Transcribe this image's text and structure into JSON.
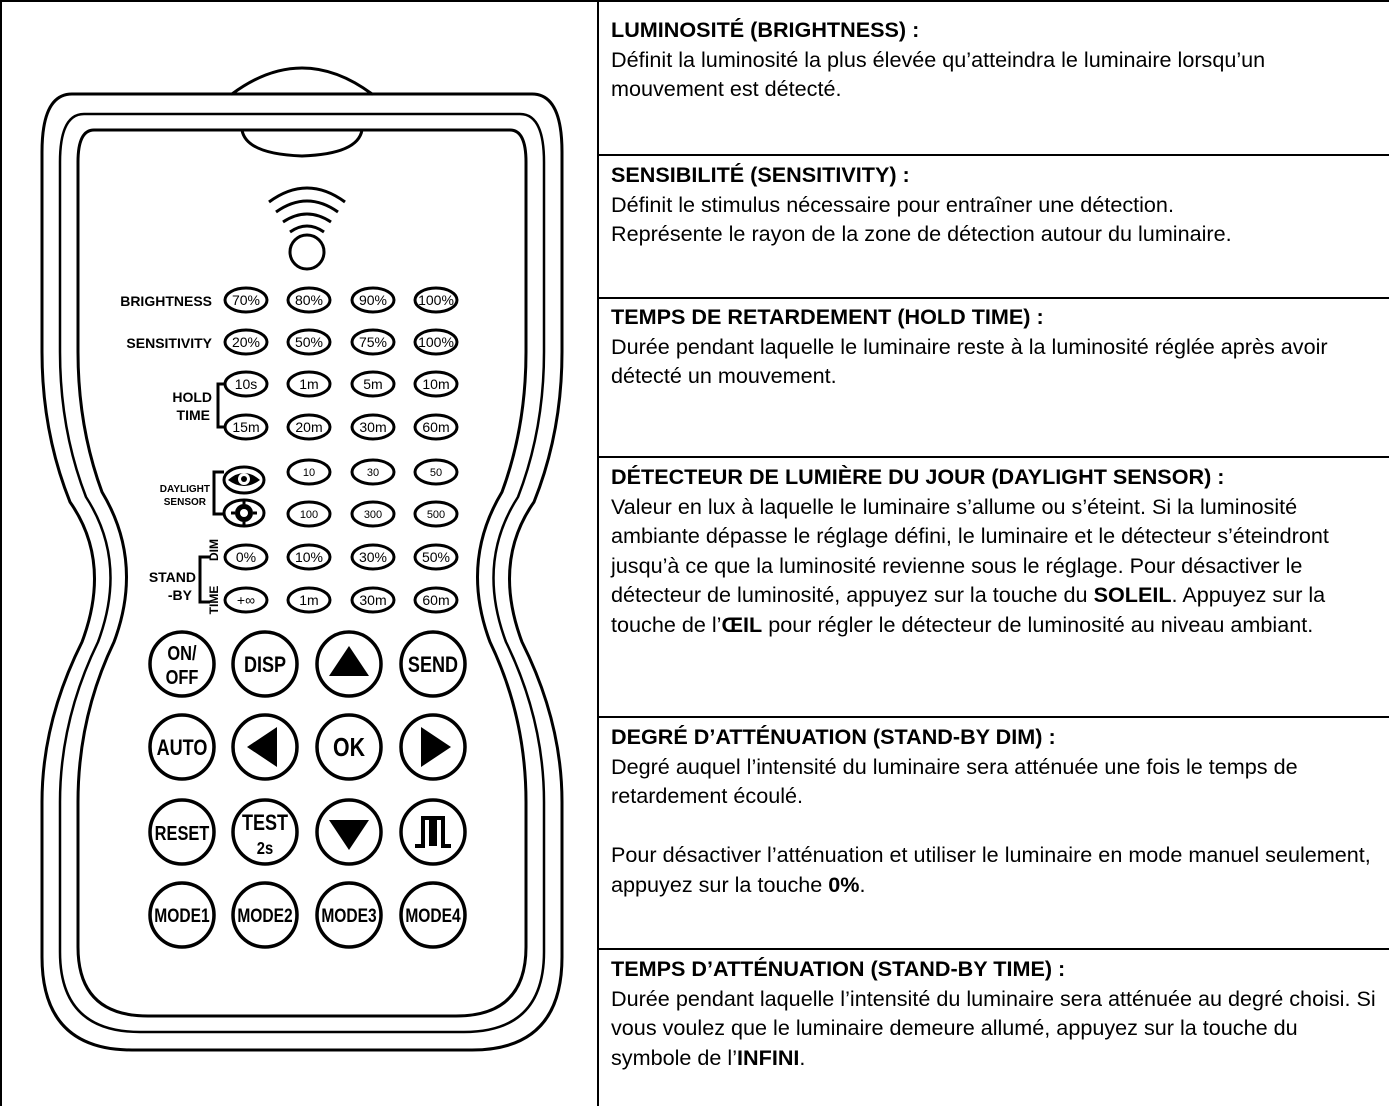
{
  "remote": {
    "rows": {
      "brightness": {
        "label": "BRIGHTNESS",
        "options": [
          "70%",
          "80%",
          "90%",
          "100%"
        ]
      },
      "sensitivity": {
        "label": "SENSITIVITY",
        "options": [
          "20%",
          "50%",
          "75%",
          "100%"
        ]
      },
      "hold_time": {
        "label_line1": "HOLD",
        "label_line2": "TIME",
        "row1": [
          "10s",
          "1m",
          "5m",
          "10m"
        ],
        "row2": [
          "15m",
          "20m",
          "30m",
          "60m"
        ]
      },
      "daylight": {
        "label_line1": "DAYLIGHT",
        "label_line2": "SENSOR",
        "row1": [
          "10",
          "30",
          "50"
        ],
        "row2": [
          "100",
          "300",
          "500"
        ],
        "row1_icon": "eye-icon",
        "row2_icon": "sun-icon"
      },
      "standby": {
        "label_line1": "STAND",
        "label_line2": "-BY",
        "dim_label": "DIM",
        "time_label": "TIME",
        "row1": [
          "0%",
          "10%",
          "30%",
          "50%"
        ],
        "row2": [
          "+∞",
          "1m",
          "30m",
          "60m"
        ]
      }
    },
    "buttons": {
      "onoff_line1": "ON/",
      "onoff_line2": "OFF",
      "disp": "DISP",
      "send": "SEND",
      "auto": "AUTO",
      "ok": "OK",
      "reset": "RESET",
      "test_line1": "TEST",
      "test_line2": "2s",
      "mode1": "MODE1",
      "mode2": "MODE2",
      "mode3": "MODE3",
      "mode4": "MODE4"
    },
    "icons": {
      "up": "up-arrow-icon",
      "left": "left-arrow-icon",
      "right": "right-arrow-icon",
      "down": "down-arrow-icon",
      "pulse": "pulse-icon",
      "signal": "signal-icon"
    }
  },
  "sections": {
    "brightness": {
      "heading": "LUMINOSITÉ (BRIGHTNESS) :",
      "text": "Définit la luminosité la plus élevée qu’atteindra le luminaire lorsqu’un mouvement est détecté."
    },
    "sensitivity": {
      "heading": "SENSIBILITÉ (SENSITIVITY) :",
      "line1": "Définit le stimulus nécessaire pour entraîner une détection.",
      "line2": "Représente le rayon de la zone de détection autour du luminaire."
    },
    "hold_time": {
      "heading": "TEMPS DE RETARDEMENT (HOLD TIME) :",
      "text": "Durée pendant laquelle le luminaire reste à la luminosité réglée après avoir détecté un mouvement."
    },
    "daylight": {
      "heading": "DÉTECTEUR DE LUMIÈRE DU JOUR (DAYLIGHT SENSOR) :",
      "text_a": "Valeur en lux à laquelle le luminaire s’allume ou s’éteint. Si la luminosité ambiante dépasse le réglage défini, le luminaire et le détecteur s’éteindront jusqu’à ce que la luminosité revienne sous le réglage. Pour désactiver le détecteur de luminosité, appuyez sur la touche du ",
      "bold_a": "SOLEIL",
      "text_b": ". Appuyez sur la touche de l’",
      "bold_b": "ŒIL",
      "text_c": " pour régler le détecteur de luminosité au niveau ambiant."
    },
    "standby_dim": {
      "heading": "DEGRÉ D’ATTÉNUATION (STAND-BY DIM) :",
      "text": "Degré auquel l’intensité du luminaire sera atténuée une fois le temps de retardement écoulé.",
      "text2_a": "Pour désactiver l’atténuation et utiliser le luminaire en mode manuel seulement, appuyez sur la touche ",
      "bold": "0%",
      "text2_b": "."
    },
    "standby_time": {
      "heading": "TEMPS D’ATTÉNUATION (STAND-BY TIME) :",
      "text_a": "Durée pendant laquelle l’intensité du luminaire sera atténuée au degré choisi. Si vous voulez que le luminaire demeure allumé, appuyez sur la touche du symbole de l’",
      "bold": "INFINI",
      "text_b": "."
    }
  }
}
